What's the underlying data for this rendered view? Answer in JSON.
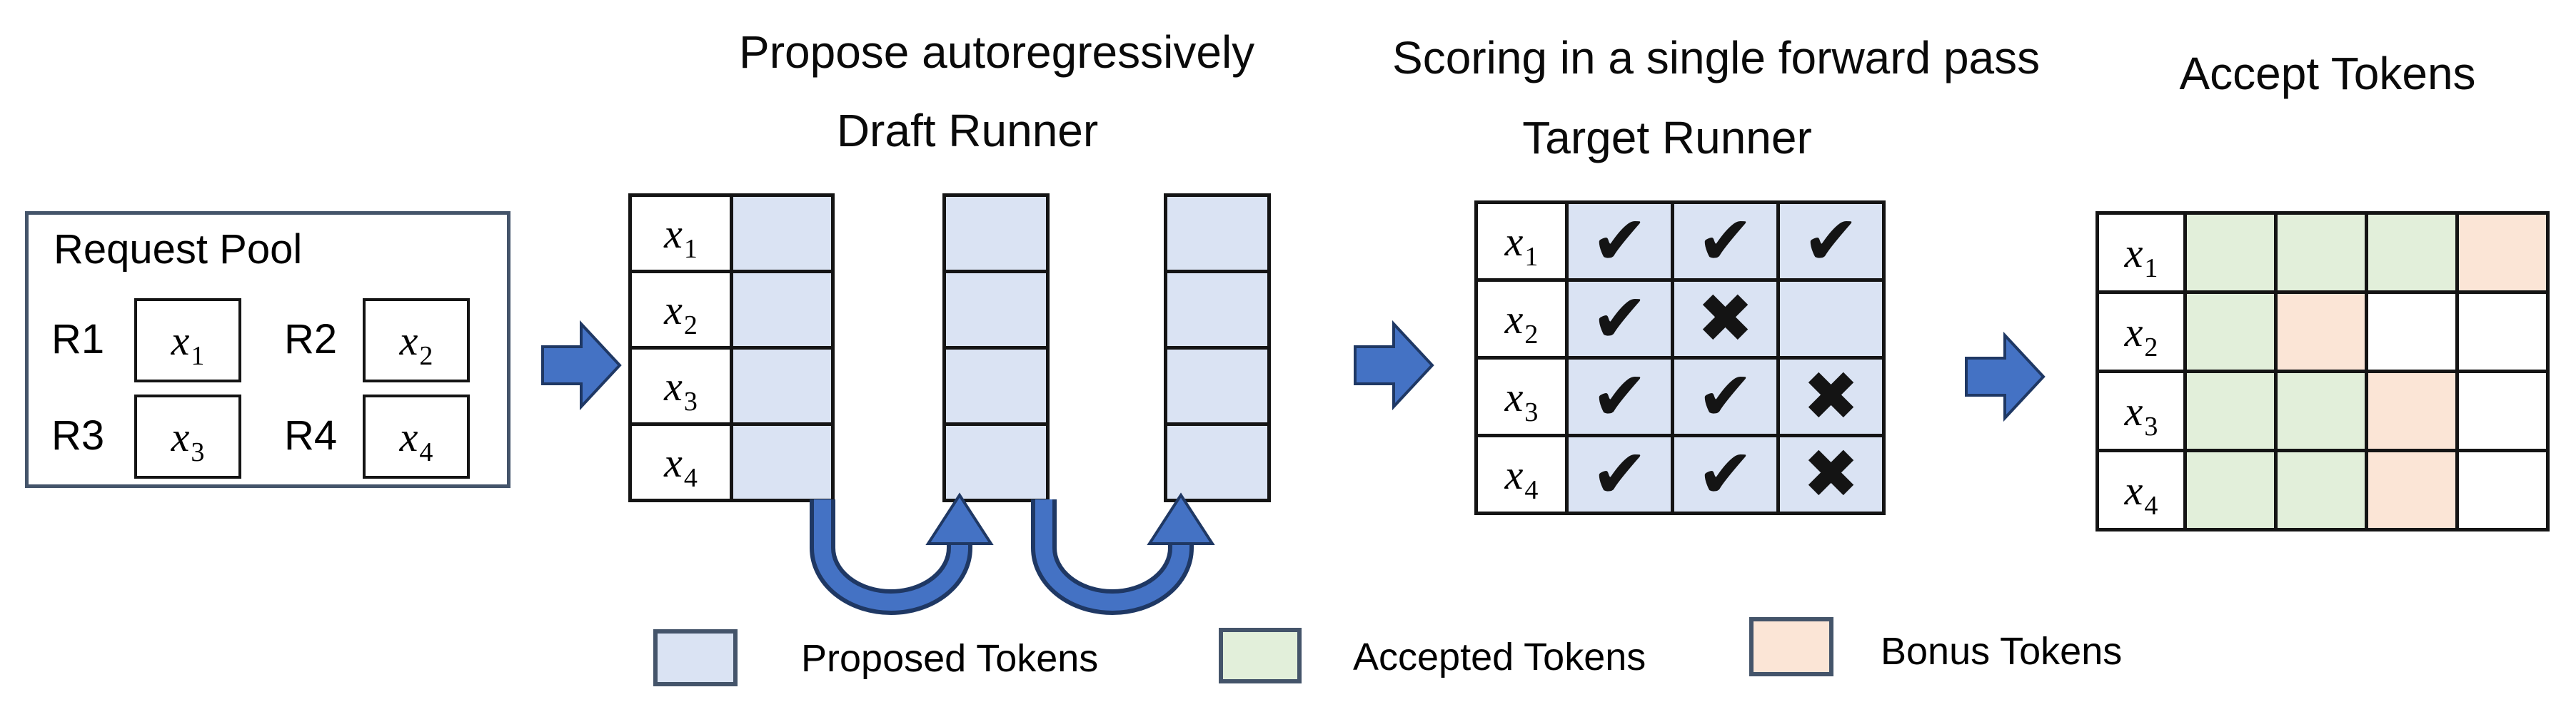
{
  "titles": {
    "propose": "Propose autoregressively",
    "draft_runner": "Draft Runner",
    "scoring": "Scoring in a single forward pass",
    "target_runner": "Target Runner",
    "accept": "Accept Tokens"
  },
  "request_pool": {
    "title": "Request Pool",
    "requests": [
      {
        "id": "R1",
        "token_base": "x",
        "token_sub": "1"
      },
      {
        "id": "R2",
        "token_base": "x",
        "token_sub": "2"
      },
      {
        "id": "R3",
        "token_base": "x",
        "token_sub": "3"
      },
      {
        "id": "R4",
        "token_base": "x",
        "token_sub": "4"
      }
    ]
  },
  "draft": {
    "num_iterations": 3,
    "row_labels": [
      {
        "base": "x",
        "sub": "1"
      },
      {
        "base": "x",
        "sub": "2"
      },
      {
        "base": "x",
        "sub": "3"
      },
      {
        "base": "x",
        "sub": "4"
      }
    ]
  },
  "target": {
    "rows": [
      {
        "label": {
          "base": "x",
          "sub": "1"
        },
        "marks": [
          "✔",
          "✔",
          "✔"
        ]
      },
      {
        "label": {
          "base": "x",
          "sub": "2"
        },
        "marks": [
          "✔",
          "✖",
          ""
        ]
      },
      {
        "label": {
          "base": "x",
          "sub": "3"
        },
        "marks": [
          "✔",
          "✔",
          "✖"
        ]
      },
      {
        "label": {
          "base": "x",
          "sub": "4"
        },
        "marks": [
          "✔",
          "✔",
          "✖"
        ]
      }
    ]
  },
  "accept": {
    "rows": [
      {
        "label": {
          "base": "x",
          "sub": "1"
        },
        "cells": [
          "accepted",
          "accepted",
          "accepted",
          "bonus"
        ]
      },
      {
        "label": {
          "base": "x",
          "sub": "2"
        },
        "cells": [
          "accepted",
          "bonus",
          "",
          ""
        ]
      },
      {
        "label": {
          "base": "x",
          "sub": "3"
        },
        "cells": [
          "accepted",
          "accepted",
          "bonus",
          ""
        ]
      },
      {
        "label": {
          "base": "x",
          "sub": "4"
        },
        "cells": [
          "accepted",
          "accepted",
          "bonus",
          ""
        ]
      }
    ]
  },
  "legend": {
    "items": [
      {
        "label": "Proposed Tokens",
        "color": "#dae3f3"
      },
      {
        "label": "Accepted Tokens",
        "color": "#e2efda"
      },
      {
        "label": "Bonus Tokens",
        "color": "#fbe5d6"
      }
    ]
  },
  "colors": {
    "proposed": "#dae3f3",
    "accepted": "#e2efda",
    "bonus": "#fbe5d6",
    "arrow_fill": "#4472c4",
    "arrow_outline": "#1f3864",
    "grid_border": "#141414",
    "pool_border": "#44546a"
  }
}
